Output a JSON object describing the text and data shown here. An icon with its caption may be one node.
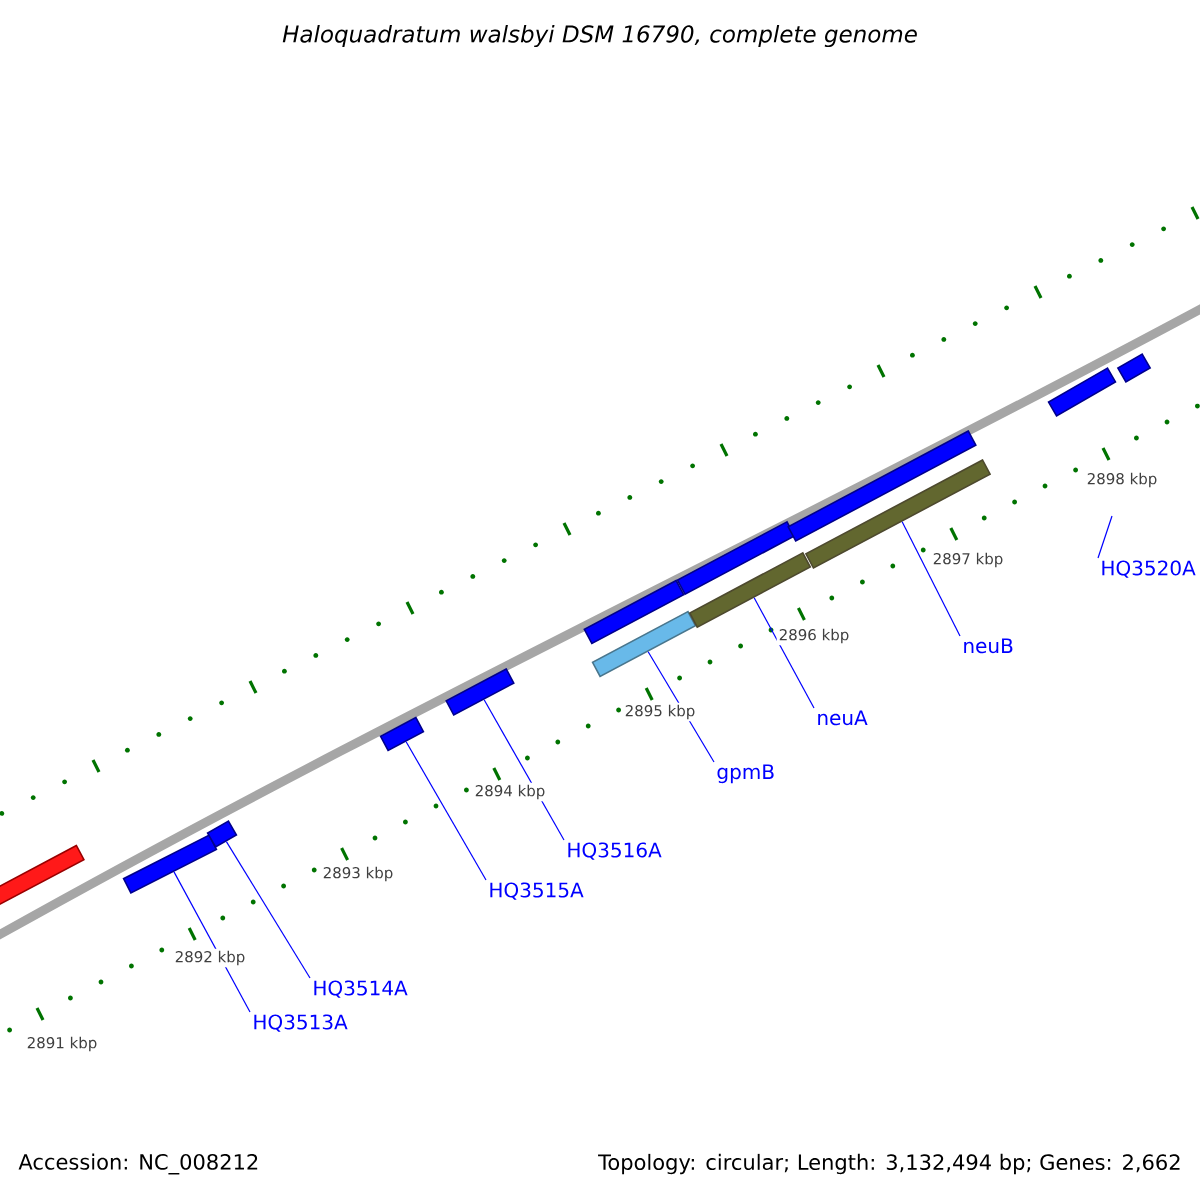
{
  "diagram": {
    "title": "Haloquadratum walsbyi DSM 16790, complete genome",
    "nodes": [
      {
        "text": [],
        "shape": "bar"
      },
      {
        "text": [],
        "shape": "bar"
      },
      {
        "text": [],
        "shape": "bar"
      },
      {
        "text": [],
        "shape": "bar"
      },
      {
        "text": [],
        "shape": "bar"
      },
      {
        "text": [],
        "shape": "bar"
      },
      {
        "text": [],
        "shape": "bar"
      },
      {
        "text": [],
        "shape": "bar"
      },
      {
        "text": [],
        "shape": "bar"
      },
      {
        "text": [],
        "shape": "bar"
      },
      {
        "text": [],
        "shape": "bar"
      },
      {
        "text": [],
        "shape": "bar"
      },
      {
        "text": [],
        "shape": "bar"
      },
      {
        "text": [
          "HQ3513A"
        ]
      },
      {
        "text": [
          "HQ3514A"
        ]
      },
      {
        "text": [
          "HQ3515A"
        ]
      },
      {
        "text": [
          "HQ3516A"
        ]
      },
      {
        "text": [
          "gpmB"
        ]
      },
      {
        "text": [
          "neuA"
        ]
      },
      {
        "text": [
          "neuB"
        ]
      },
      {
        "text": [
          "HQ3520A"
        ]
      }
    ],
    "edges": [
      {
        "from": 13,
        "to": 1,
        "arrow": "none"
      },
      {
        "from": 14,
        "to": 2,
        "arrow": "none"
      },
      {
        "from": 15,
        "to": 3,
        "arrow": "none"
      },
      {
        "from": 16,
        "to": 4,
        "arrow": "none"
      },
      {
        "from": 17,
        "to": 5,
        "arrow": "none"
      },
      {
        "from": 18,
        "to": 6,
        "arrow": "none"
      },
      {
        "from": 19,
        "to": 7,
        "arrow": "none"
      },
      {
        "from": 20,
        "to": null,
        "arrow": "none"
      }
    ],
    "labels": [
      "2898 kbp",
      "2897 kbp",
      "2896 kbp",
      "2895 kbp",
      "2894 kbp",
      "2893 kbp",
      "2892 kbp",
      "2891 kbp",
      "Accession: NC_008212",
      "Topology: circular; Length: 3,132,494 bp; Genes: 2,662"
    ]
  }
}
